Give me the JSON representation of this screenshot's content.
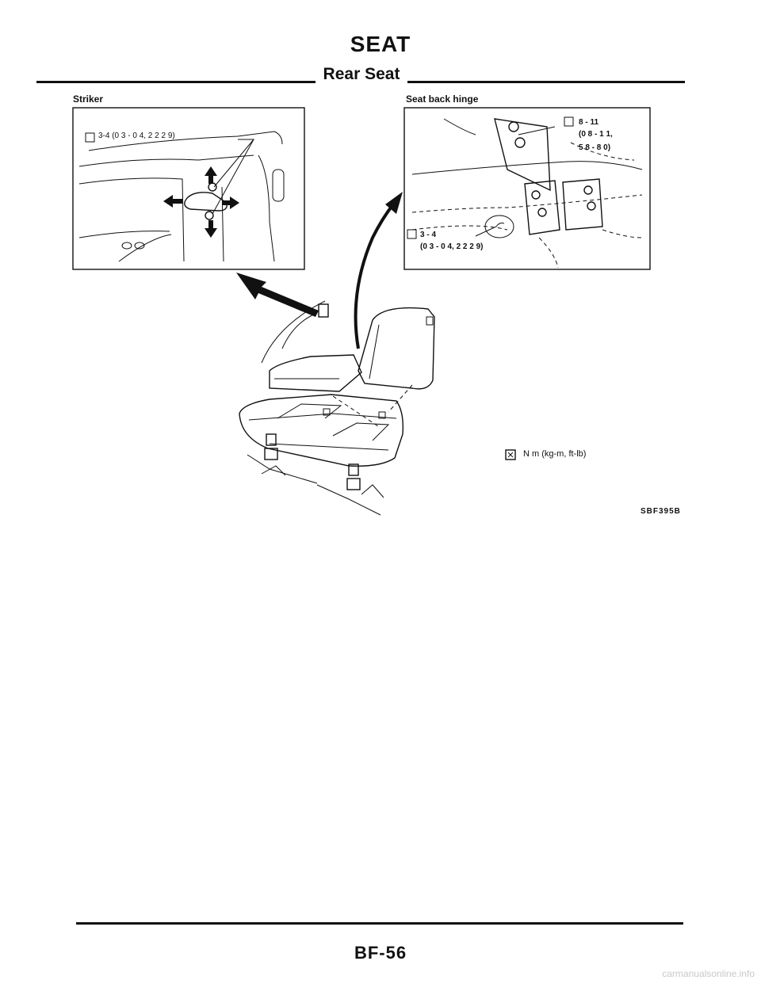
{
  "header": {
    "title": "SEAT",
    "subtitle": "Rear Seat"
  },
  "figure": {
    "striker": {
      "label": "Striker",
      "torque": "3-4 (0 3 - 0 4, 2 2   2 9)"
    },
    "hinge": {
      "label": "Seat back hinge",
      "torque_upper_line1": "8 - 11",
      "torque_upper_line2": "(0 8 - 1 1,",
      "torque_upper_line3": "5 8 - 8 0)",
      "torque_lower_line1": "3 - 4",
      "torque_lower_line2": "(0 3 - 0 4, 2 2   2 9)"
    },
    "legend_text": "N m (kg-m, ft-lb)",
    "figure_code": "SBF395B"
  },
  "footer": {
    "page_number": "BF-56",
    "watermark": "carmanualsonline.info"
  }
}
